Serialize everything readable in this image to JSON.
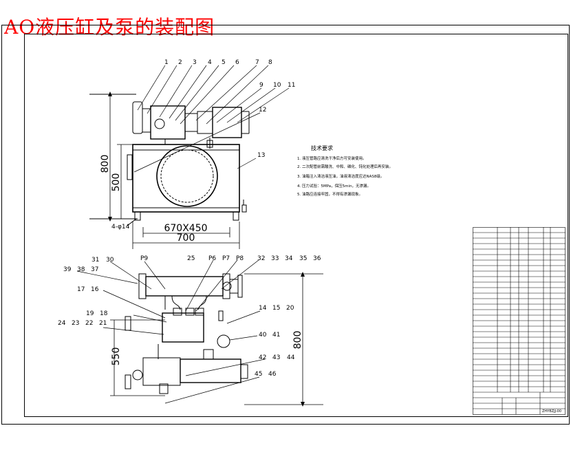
{
  "title": "AO液压缸及泵的装配图",
  "top_view": {
    "dims": {
      "total_height": "800",
      "tank_height": "500",
      "tank_footprint": "670X450",
      "base_width": "700",
      "foot_holes": "4-φ14"
    },
    "callouts": [
      "1",
      "2",
      "3",
      "4",
      "5",
      "6",
      "7",
      "8",
      "9",
      "10",
      "11",
      "12",
      "13"
    ]
  },
  "bottom_view": {
    "dims": {
      "height": "800",
      "sub_height": "550"
    },
    "ports": [
      "P9",
      "P6",
      "P7",
      "P8"
    ],
    "callouts": [
      "14",
      "15",
      "16",
      "17",
      "18",
      "19",
      "20",
      "21",
      "22",
      "23",
      "24",
      "25",
      "30",
      "31",
      "32",
      "33",
      "34",
      "35",
      "36",
      "37",
      "38",
      "39",
      "40",
      "41",
      "42",
      "43",
      "44",
      "45",
      "46"
    ]
  },
  "tech_requirements": {
    "heading": "技术要求",
    "items": [
      "1. 液压管路应清洗干净后方可安装使用。",
      "2. 二次配管前需酸洗、中和、磷化、钝化处理后再安装。",
      "3. 油箱注入清洁液压油，油液清洁度应达NAS8级。",
      "4. 压力试验：5MPa，保压5min，无渗漏。",
      "5. 油路应连接牢固，不得有渗漏现象。"
    ]
  },
  "title_block": {
    "drawing_number": "ZHYBZJJ-00"
  }
}
